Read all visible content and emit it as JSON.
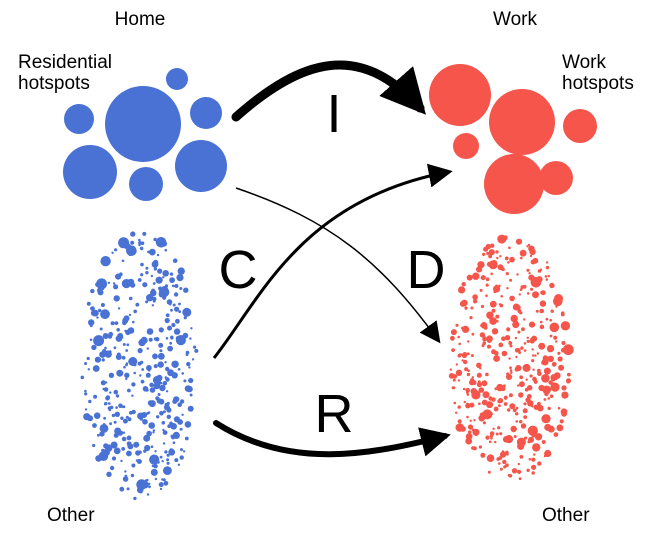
{
  "labels": {
    "home": "Home",
    "work": "Work",
    "residential_line1": "Residential",
    "residential_line2": "hotspots",
    "work_hotspots_line1": "Work",
    "work_hotspots_line2": "hotspots",
    "other_home": "Other",
    "other_work": "Other"
  },
  "flows": {
    "i": "I",
    "c": "C",
    "d": "D",
    "r": "R"
  },
  "colors": {
    "home": "#4a72d4",
    "work": "#f5554a",
    "arrow": "#000000"
  }
}
